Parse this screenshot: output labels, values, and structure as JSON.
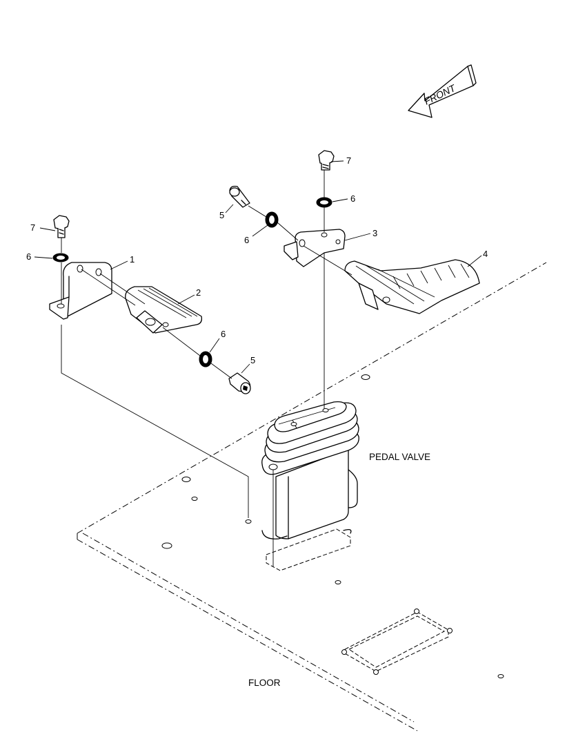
{
  "diagram": {
    "direction_label": "FRONT",
    "assembly_labels": {
      "pedal_valve": "PEDAL VALVE",
      "floor": "FLOOR"
    },
    "callouts": {
      "left_bolt": "7",
      "left_washer": "6",
      "left_bracket": "1",
      "left_pedal": "2",
      "left_lower_washer": "6",
      "left_lower_screw": "5",
      "right_screw": "5",
      "right_upper_washer": "6",
      "right_bolt": "7",
      "right_bolt_washer": "6",
      "right_bracket": "3",
      "right_pedal": "4"
    }
  }
}
